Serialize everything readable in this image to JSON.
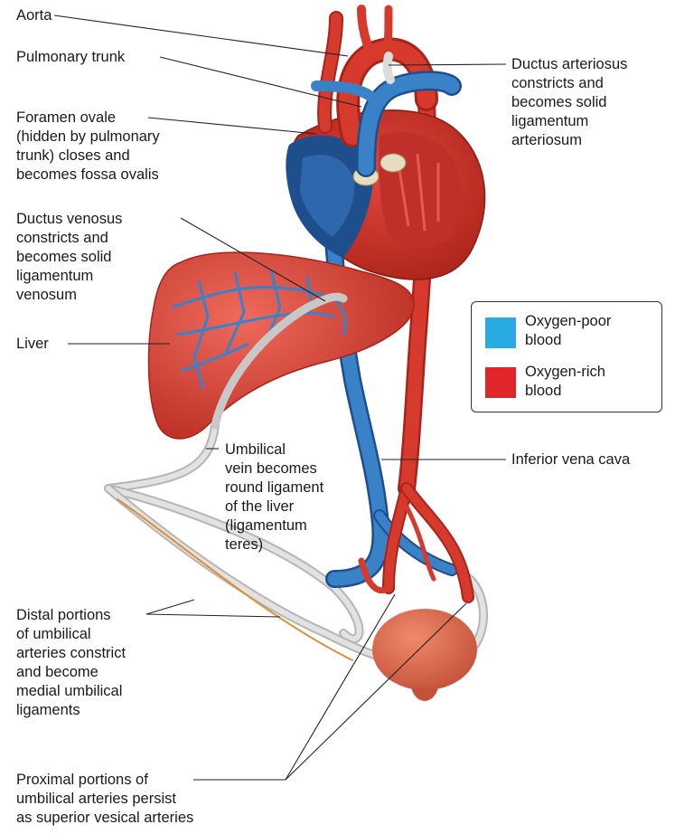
{
  "labels": {
    "aorta": "Aorta",
    "pulmonary_trunk": "Pulmonary trunk",
    "foramen_ovale": [
      "Foramen ovale",
      "(hidden by pulmonary",
      "trunk) closes and",
      "becomes fossa ovalis"
    ],
    "ductus_venosus": [
      "Ductus venosus",
      "constricts and",
      "becomes solid",
      "ligamentum",
      "venosum"
    ],
    "liver": "Liver",
    "ductus_arteriosus": [
      "Ductus arteriosus",
      "constricts and",
      "becomes solid",
      "ligamentum",
      "arteriosum"
    ],
    "umbilical_vein": [
      "Umbilical",
      "vein becomes",
      "round ligament",
      "of the liver",
      "(ligamentum",
      "teres)"
    ],
    "inferior_vena_cava": "Inferior vena cava",
    "distal_portions": [
      "Distal portions",
      "of umbilical",
      "arteries constrict",
      "and become",
      "medial umbilical",
      "ligaments"
    ],
    "proximal_portions": [
      "Proximal portions of",
      "umbilical arteries persist",
      "as superior vesical arteries"
    ]
  },
  "legend": {
    "poor_label": [
      "Oxygen-poor",
      "blood"
    ],
    "rich_label": [
      "Oxygen-rich",
      "blood"
    ],
    "poor_color": "#2aaae2",
    "rich_color": "#e0262b"
  },
  "colors": {
    "artery": "#d63a2c",
    "artery_dark": "#a8241b",
    "vein": "#3a82c8",
    "vein_dark": "#1e4f8c",
    "ligament": "#d8d8d8",
    "liver": "#d8463a"
  }
}
